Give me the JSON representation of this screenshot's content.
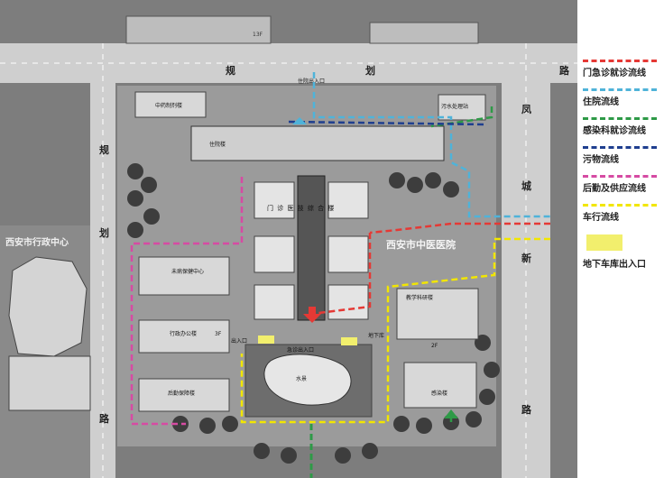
{
  "roads": {
    "top_a": "规",
    "top_b": "划",
    "top_c": "路",
    "left_a": "规",
    "left_b": "划",
    "left_c": "路",
    "right_a": "凤",
    "right_b": "城",
    "right_c": "新",
    "right_d": "路"
  },
  "plan_labels": {
    "admin_center": "西安市行政中心",
    "hospital_name": "西安市中医医院",
    "outpatient": "门 诊 医 技 综 合 楼",
    "inpatient": "住院楼",
    "tcm_prep": "中药制剂楼",
    "sewage": "污水处理站",
    "prevention": "未病保健中心",
    "admin_office": "行政办公楼",
    "logistics": "后勤保障楼",
    "teaching": "教学科研楼",
    "infection": "感染楼",
    "pool": "水景",
    "emergency_entrance": "急诊出入口",
    "inpatient_entrance": "住院出入口",
    "garage_entrance_left": "出入口",
    "garage_entrance_right": "地下库",
    "floor_3f": "3F",
    "floor_2f": "2F",
    "floor_13f": "13F"
  },
  "legend": {
    "items": [
      {
        "label": "门急诊就诊流线",
        "color": "#e53935"
      },
      {
        "label": "住院流线",
        "color": "#4fb3d9"
      },
      {
        "label": "感染科就诊流线",
        "color": "#2e9a47"
      },
      {
        "label": "污物流线",
        "color": "#1f3f8f"
      },
      {
        "label": "后勤及供应流线",
        "color": "#d64ba3"
      },
      {
        "label": "车行流线",
        "color": "#f2e600"
      }
    ],
    "garage_label": "地下车库出入口",
    "garage_color": "#f2ef6d"
  }
}
